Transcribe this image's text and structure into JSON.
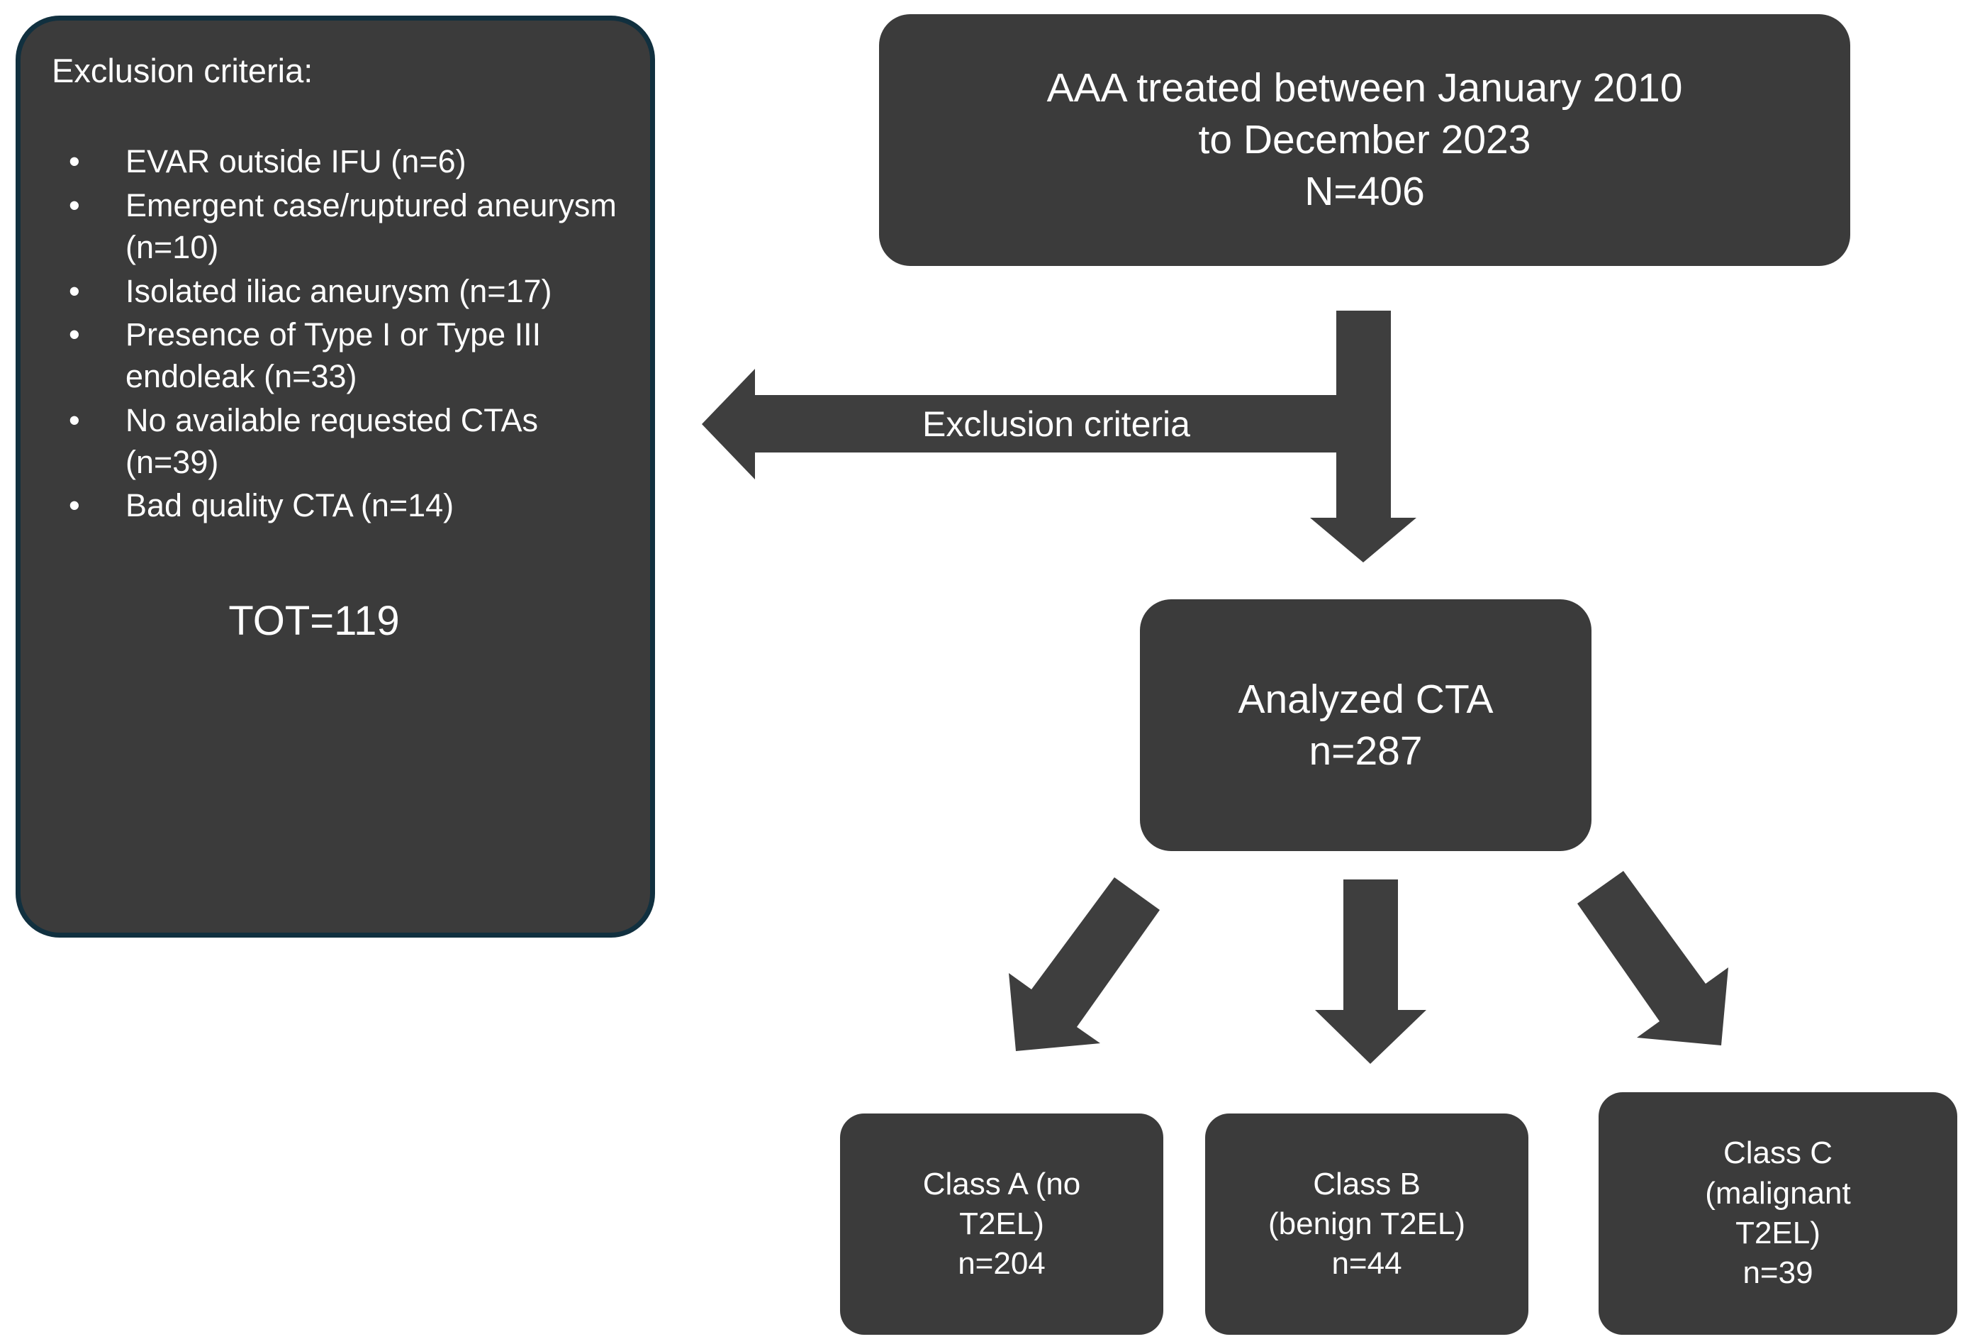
{
  "flowchart": {
    "title_context": "AAA EVAR cohort selection flowchart",
    "fill_color": "#3b3b3b",
    "text_color": "#ffffff",
    "arrow_color": "#3e3e3e",
    "panel_border_color": "#11303f",
    "background_color": "#ffffff"
  },
  "exclusion_panel": {
    "title": "Exclusion criteria:",
    "bullet_glyph": "•",
    "items": [
      "EVAR outside IFU  (n=6)",
      " Emergent case/ruptured aneurysm (n=10)",
      "Isolated iliac aneurysm (n=17)",
      "Presence of Type I or Type III endoleak (n=33)",
      "No available requested CTAs (n=39)",
      "Bad quality CTA (n=14)"
    ],
    "total": "TOT=119"
  },
  "cohort_box": {
    "line1": "AAA treated between January 2010",
    "line2": "to December 2023",
    "line3": "N=406"
  },
  "exclusion_arrow": {
    "label": "Exclusion criteria"
  },
  "analyzed_box": {
    "line1": "Analyzed CTA",
    "line2": "n=287"
  },
  "class_boxes": [
    {
      "id": "class-a",
      "line1": "Class A (no",
      "line2": "T2EL)",
      "line3": "n=204"
    },
    {
      "id": "class-b",
      "line1": "Class B",
      "line2": "(benign T2EL)",
      "line3": "n=44"
    },
    {
      "id": "class-c",
      "line1": "Class C",
      "line2": "(malignant",
      "line3": "T2EL)",
      "line4": "n=39"
    }
  ]
}
